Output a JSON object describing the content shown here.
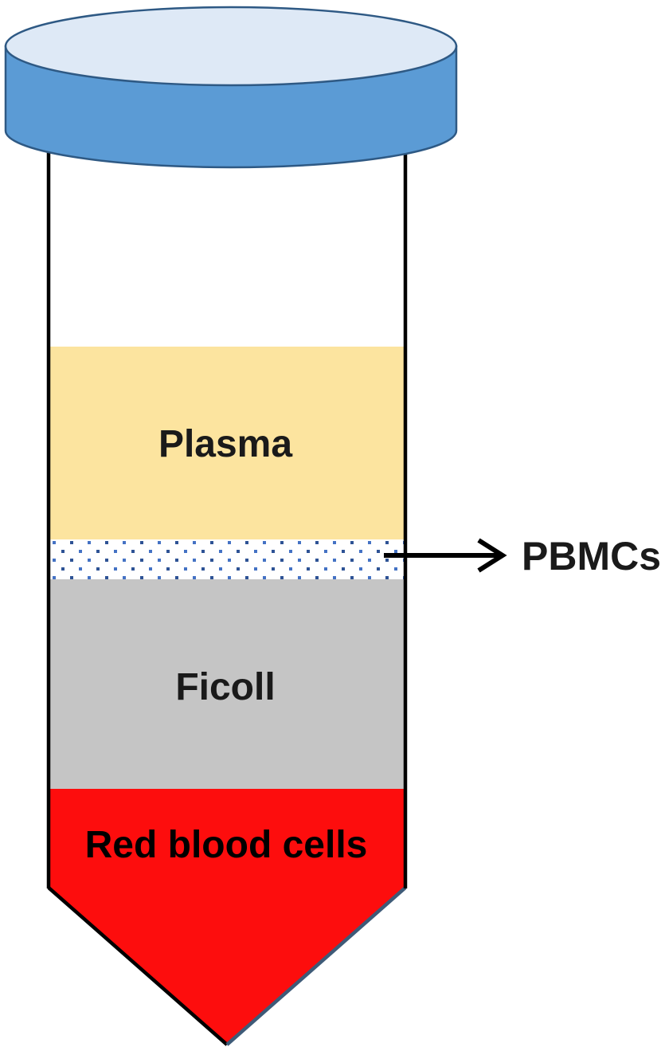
{
  "figure": {
    "cap": {
      "top_color": "#DEE9F6",
      "side_color": "#5B9BD5",
      "outline_color": "#2E5984"
    },
    "tube": {
      "wall_color": "#000000",
      "interior_color": "#FFFFFF",
      "cone_left_edge_color": "#000000",
      "cone_right_edge_color": "#3E5B78"
    },
    "layers": [
      {
        "id": "plasma",
        "label": "Plasma",
        "color": "#FCE49F",
        "text_color": "#1A1A1A"
      },
      {
        "id": "pbmc-band",
        "color": "#FFFFFF",
        "dot_colors": [
          "#4472C4",
          "#2E5395"
        ]
      },
      {
        "id": "ficoll",
        "label": "Ficoll",
        "color": "#C5C5C5",
        "text_color": "#1A1A1A"
      },
      {
        "id": "red-blood-cells",
        "label": "Red blood cells",
        "color": "#FD0D0D",
        "text_color": "#000000"
      }
    ],
    "annotation": {
      "label": "PBMCs",
      "arrow_color": "#000000",
      "text_color": "#1A1A1A"
    }
  }
}
